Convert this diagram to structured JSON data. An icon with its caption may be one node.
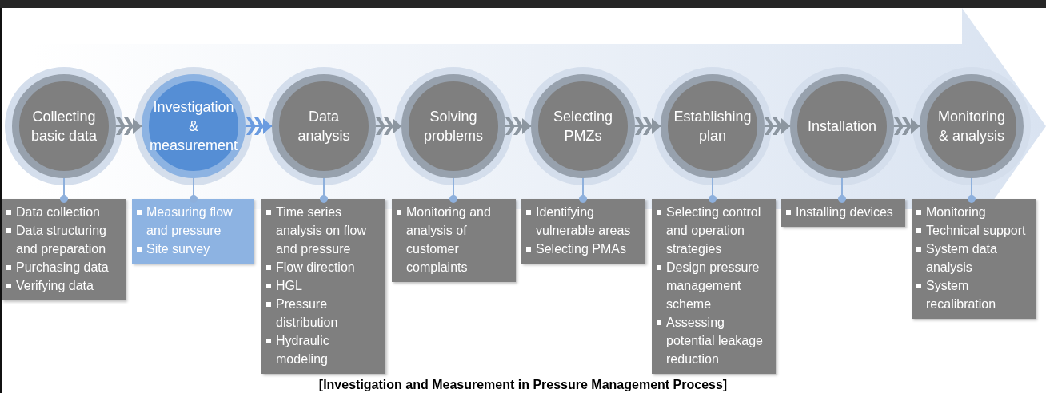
{
  "diagram": {
    "caption": "[Investigation and Measurement in Pressure Management Process]",
    "nodes": [
      {
        "text": [
          "Collecting basic data"
        ]
      },
      {
        "text": [
          "Investigation & measurement"
        ]
      },
      {
        "text": [
          "Data analysis"
        ]
      },
      {
        "text": [
          "Solving problems"
        ]
      },
      {
        "text": [
          "Selecting PMZs"
        ]
      },
      {
        "text": [
          "Establishing plan"
        ]
      },
      {
        "text": [
          "Installation"
        ]
      },
      {
        "text": [
          "Monitoring & analysis"
        ]
      },
      {
        "text": [
          "Data collection",
          "Data structuring and preparation",
          "Purchasing data",
          "Verifying data"
        ]
      },
      {
        "text": [
          "Measuring flow and pressure",
          "Site survey"
        ]
      },
      {
        "text": [
          "Time series analysis on flow and pressure",
          "Flow direction",
          "HGL",
          "Pressure distribution",
          "Hydraulic modeling"
        ]
      },
      {
        "text": [
          "Monitoring and analysis of customer complaints"
        ]
      },
      {
        "text": [
          "Identifying vulnerable areas",
          "Selecting PMAs"
        ]
      },
      {
        "text": [
          "Selecting control and operation strategies",
          "Design pressure management scheme",
          "Assessing potential leakage reduction"
        ]
      },
      {
        "text": [
          "Installing devices"
        ]
      },
      {
        "text": [
          "Monitoring",
          "Technical support",
          "System data analysis",
          "System recalibration"
        ]
      }
    ],
    "edges": [
      {
        "from": 0,
        "to": 1,
        "arrow": "to"
      },
      {
        "from": 1,
        "to": 2,
        "arrow": "to",
        "color": "#6a9be0"
      },
      {
        "from": 2,
        "to": 3,
        "arrow": "to"
      },
      {
        "from": 3,
        "to": 4,
        "arrow": "to"
      },
      {
        "from": 4,
        "to": 5,
        "arrow": "to"
      },
      {
        "from": 5,
        "to": 6,
        "arrow": "to"
      },
      {
        "from": 6,
        "to": 7,
        "arrow": "to"
      },
      {
        "from": 0,
        "to": 8,
        "arrow": "other"
      },
      {
        "from": 1,
        "to": 9,
        "arrow": "other"
      },
      {
        "from": 2,
        "to": 10,
        "arrow": "other"
      },
      {
        "from": 3,
        "to": 11,
        "arrow": "other"
      },
      {
        "from": 4,
        "to": 12,
        "arrow": "other"
      },
      {
        "from": 5,
        "to": 13,
        "arrow": "other"
      },
      {
        "from": 6,
        "to": 14,
        "arrow": "other"
      },
      {
        "from": 7,
        "to": 15,
        "arrow": "other"
      }
    ]
  }
}
